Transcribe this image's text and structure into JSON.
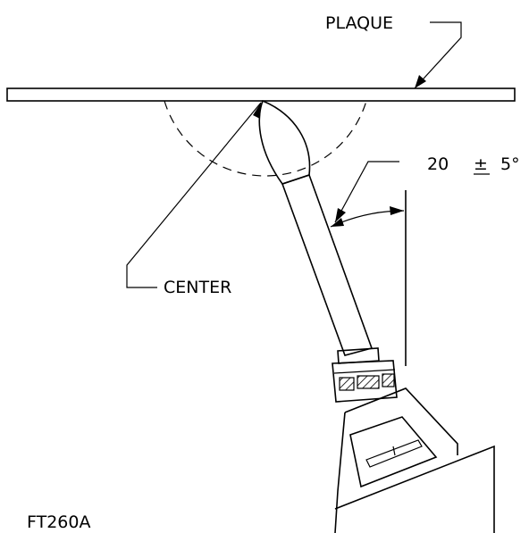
{
  "labels": {
    "plaque": "PLAQUE",
    "center": "CENTER",
    "angle": "20",
    "tolerance": "5°",
    "plus_minus": "±",
    "figure_id": "FT260A"
  },
  "colors": {
    "line": "#000000",
    "background": "#ffffff"
  }
}
